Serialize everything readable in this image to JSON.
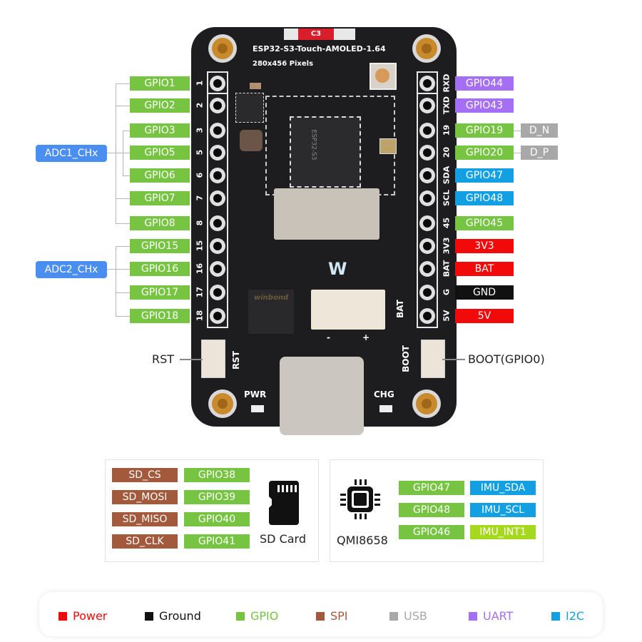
{
  "board": {
    "title": "ESP32-S3-Touch-AMOLED-1.64",
    "subtitle": "280x456 Pixels",
    "chip_label": "ESP32-S3",
    "flash_label": "winbond",
    "connector_label": "C3",
    "bat_connector_label": "BAT",
    "rst_silk": "RST",
    "boot_silk": "BOOT",
    "pwr_led": "PWR",
    "chg_led": "CHG",
    "minus": "-",
    "plus": "+"
  },
  "left_header": {
    "pins": [
      {
        "silk": "1",
        "label": "GPIO1"
      },
      {
        "silk": "2",
        "label": "GPIO2"
      },
      {
        "silk": "3",
        "label": "GPIO3"
      },
      {
        "silk": "5",
        "label": "GPIO5"
      },
      {
        "silk": "6",
        "label": "GPIO6"
      },
      {
        "silk": "7",
        "label": "GPIO7"
      },
      {
        "silk": "8",
        "label": "GPIO8"
      },
      {
        "silk": "15",
        "label": "GPIO15"
      },
      {
        "silk": "16",
        "label": "GPIO16"
      },
      {
        "silk": "17",
        "label": "GPIO17"
      },
      {
        "silk": "18",
        "label": "GPIO18"
      }
    ],
    "groups": [
      {
        "label": "ADC1_CHx"
      },
      {
        "label": "ADC2_CHx"
      }
    ]
  },
  "right_header": {
    "pins": [
      {
        "silk": "RXD",
        "label": "GPIO44",
        "type": "uart"
      },
      {
        "silk": "TXD",
        "label": "GPIO43",
        "type": "uart"
      },
      {
        "silk": "19",
        "label": "GPIO19",
        "type": "gpio",
        "extra": "D_N"
      },
      {
        "silk": "20",
        "label": "GPIO20",
        "type": "gpio",
        "extra": "D_P"
      },
      {
        "silk": "SDA",
        "label": "GPIO47",
        "type": "i2c"
      },
      {
        "silk": "SCL",
        "label": "GPIO48",
        "type": "i2c"
      },
      {
        "silk": "45",
        "label": "GPIO45",
        "type": "gpio"
      },
      {
        "silk": "3V3",
        "label": "3V3",
        "type": "power"
      },
      {
        "silk": "BAT",
        "label": "BAT",
        "type": "power"
      },
      {
        "silk": "G",
        "label": "GND",
        "type": "ground"
      },
      {
        "silk": "5V",
        "label": "5V",
        "type": "power"
      }
    ]
  },
  "buttons": {
    "rst": "RST",
    "boot": "BOOT(GPIO0)"
  },
  "sd_panel": {
    "rows": [
      {
        "signal": "SD_CS",
        "gpio": "GPIO38"
      },
      {
        "signal": "SD_MOSI",
        "gpio": "GPIO39"
      },
      {
        "signal": "SD_MISO",
        "gpio": "GPIO40"
      },
      {
        "signal": "SD_CLK",
        "gpio": "GPIO41"
      }
    ],
    "icon": "sd-card-icon",
    "caption": "SD Card"
  },
  "imu_panel": {
    "rows": [
      {
        "gpio": "GPIO47",
        "signal": "IMU_SDA",
        "type": "i2c"
      },
      {
        "gpio": "GPIO48",
        "signal": "IMU_SCL",
        "type": "i2c"
      },
      {
        "gpio": "GPIO46",
        "signal": "IMU_INT1",
        "type": "int"
      }
    ],
    "icon": "chip-icon",
    "caption": "QMI8658"
  },
  "legend": {
    "items": [
      {
        "label": "Power",
        "color": "#f20a0a"
      },
      {
        "label": "Ground",
        "color": "#111111"
      },
      {
        "label": "GPIO",
        "color": "#76c442"
      },
      {
        "label": "SPI",
        "color": "#a35a3c"
      },
      {
        "label": "USB",
        "color": "#a8a8a8"
      },
      {
        "label": "UART",
        "color": "#a46ff2"
      },
      {
        "label": "I2C",
        "color": "#13a0e2"
      }
    ]
  }
}
